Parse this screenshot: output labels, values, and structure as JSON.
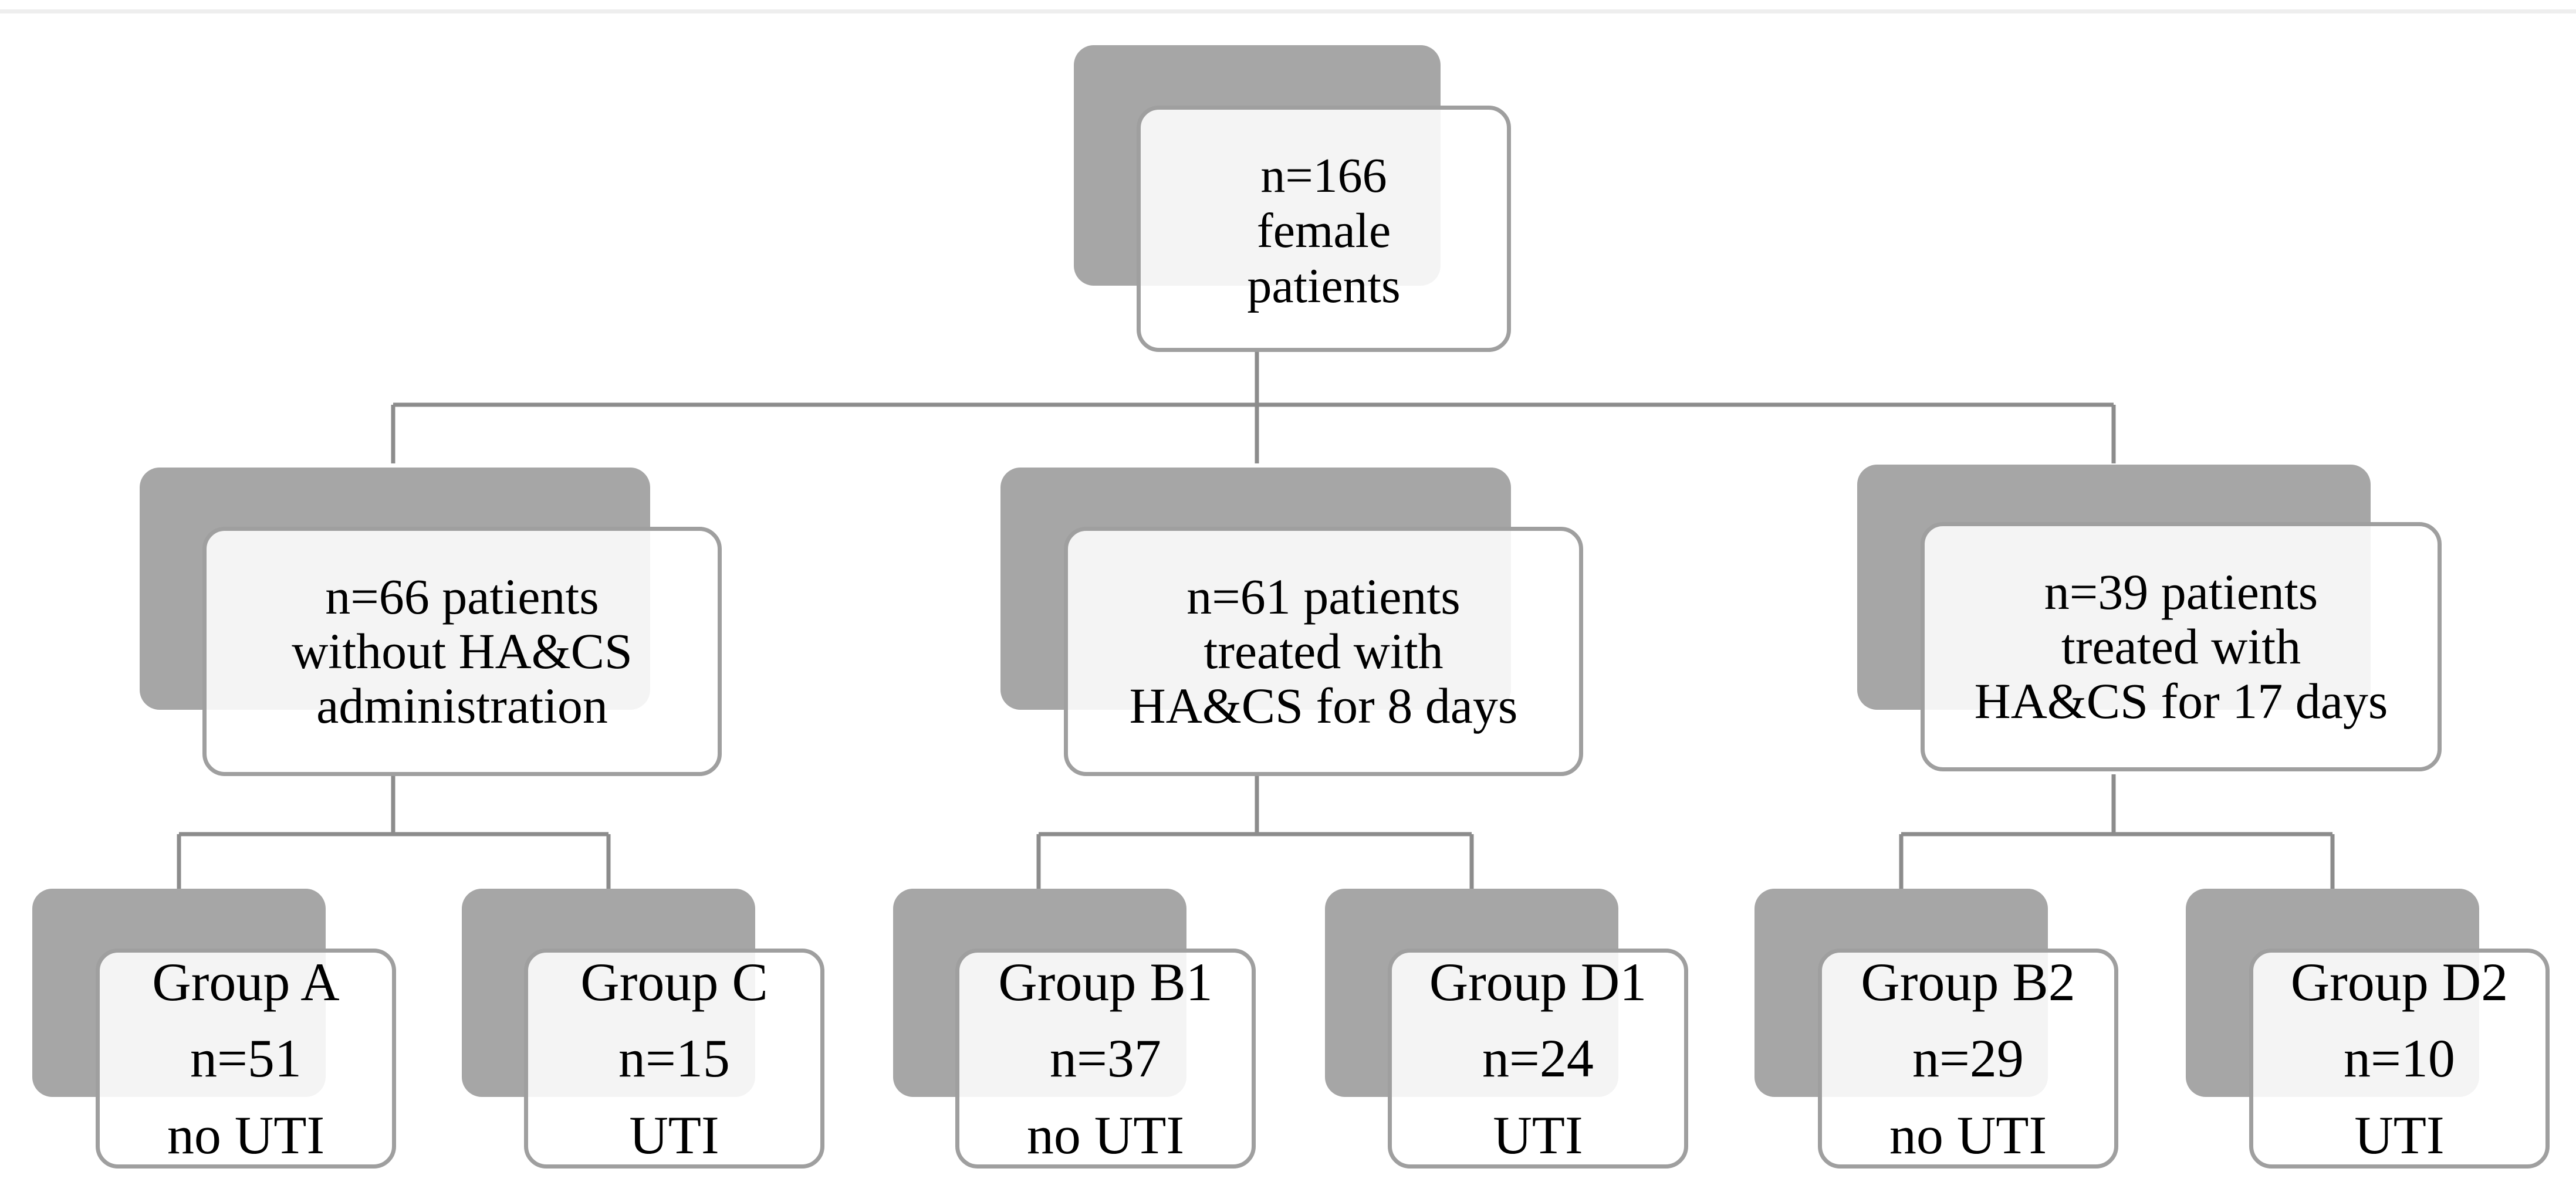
{
  "root": {
    "lines": [
      "n=166",
      "female",
      "patients"
    ]
  },
  "cohorts": [
    {
      "lines": [
        "n=66 patients",
        "without HA&CS",
        "administration"
      ]
    },
    {
      "lines": [
        "n=61 patients",
        "treated with",
        "HA&CS for 8 days"
      ]
    },
    {
      "lines": [
        "n=39 patients",
        "treated with",
        "HA&CS for 17 days"
      ]
    }
  ],
  "groups": [
    {
      "name": "Group A",
      "count": "n=51",
      "outcome": "no UTI"
    },
    {
      "name": "Group C",
      "count": "n=15",
      "outcome": "UTI"
    },
    {
      "name": "Group B1",
      "count": "n=37",
      "outcome": "no UTI"
    },
    {
      "name": "Group D1",
      "count": "n=24",
      "outcome": "UTI"
    },
    {
      "name": "Group B2",
      "count": "n=29",
      "outcome": "no UTI"
    },
    {
      "name": "Group D2",
      "count": "n=10",
      "outcome": "UTI"
    }
  ],
  "colors": {
    "shadow_box": "#a6a6a6",
    "box_border": "#9f9f9f",
    "connector": "#8c8c8c",
    "text": "#000000"
  }
}
